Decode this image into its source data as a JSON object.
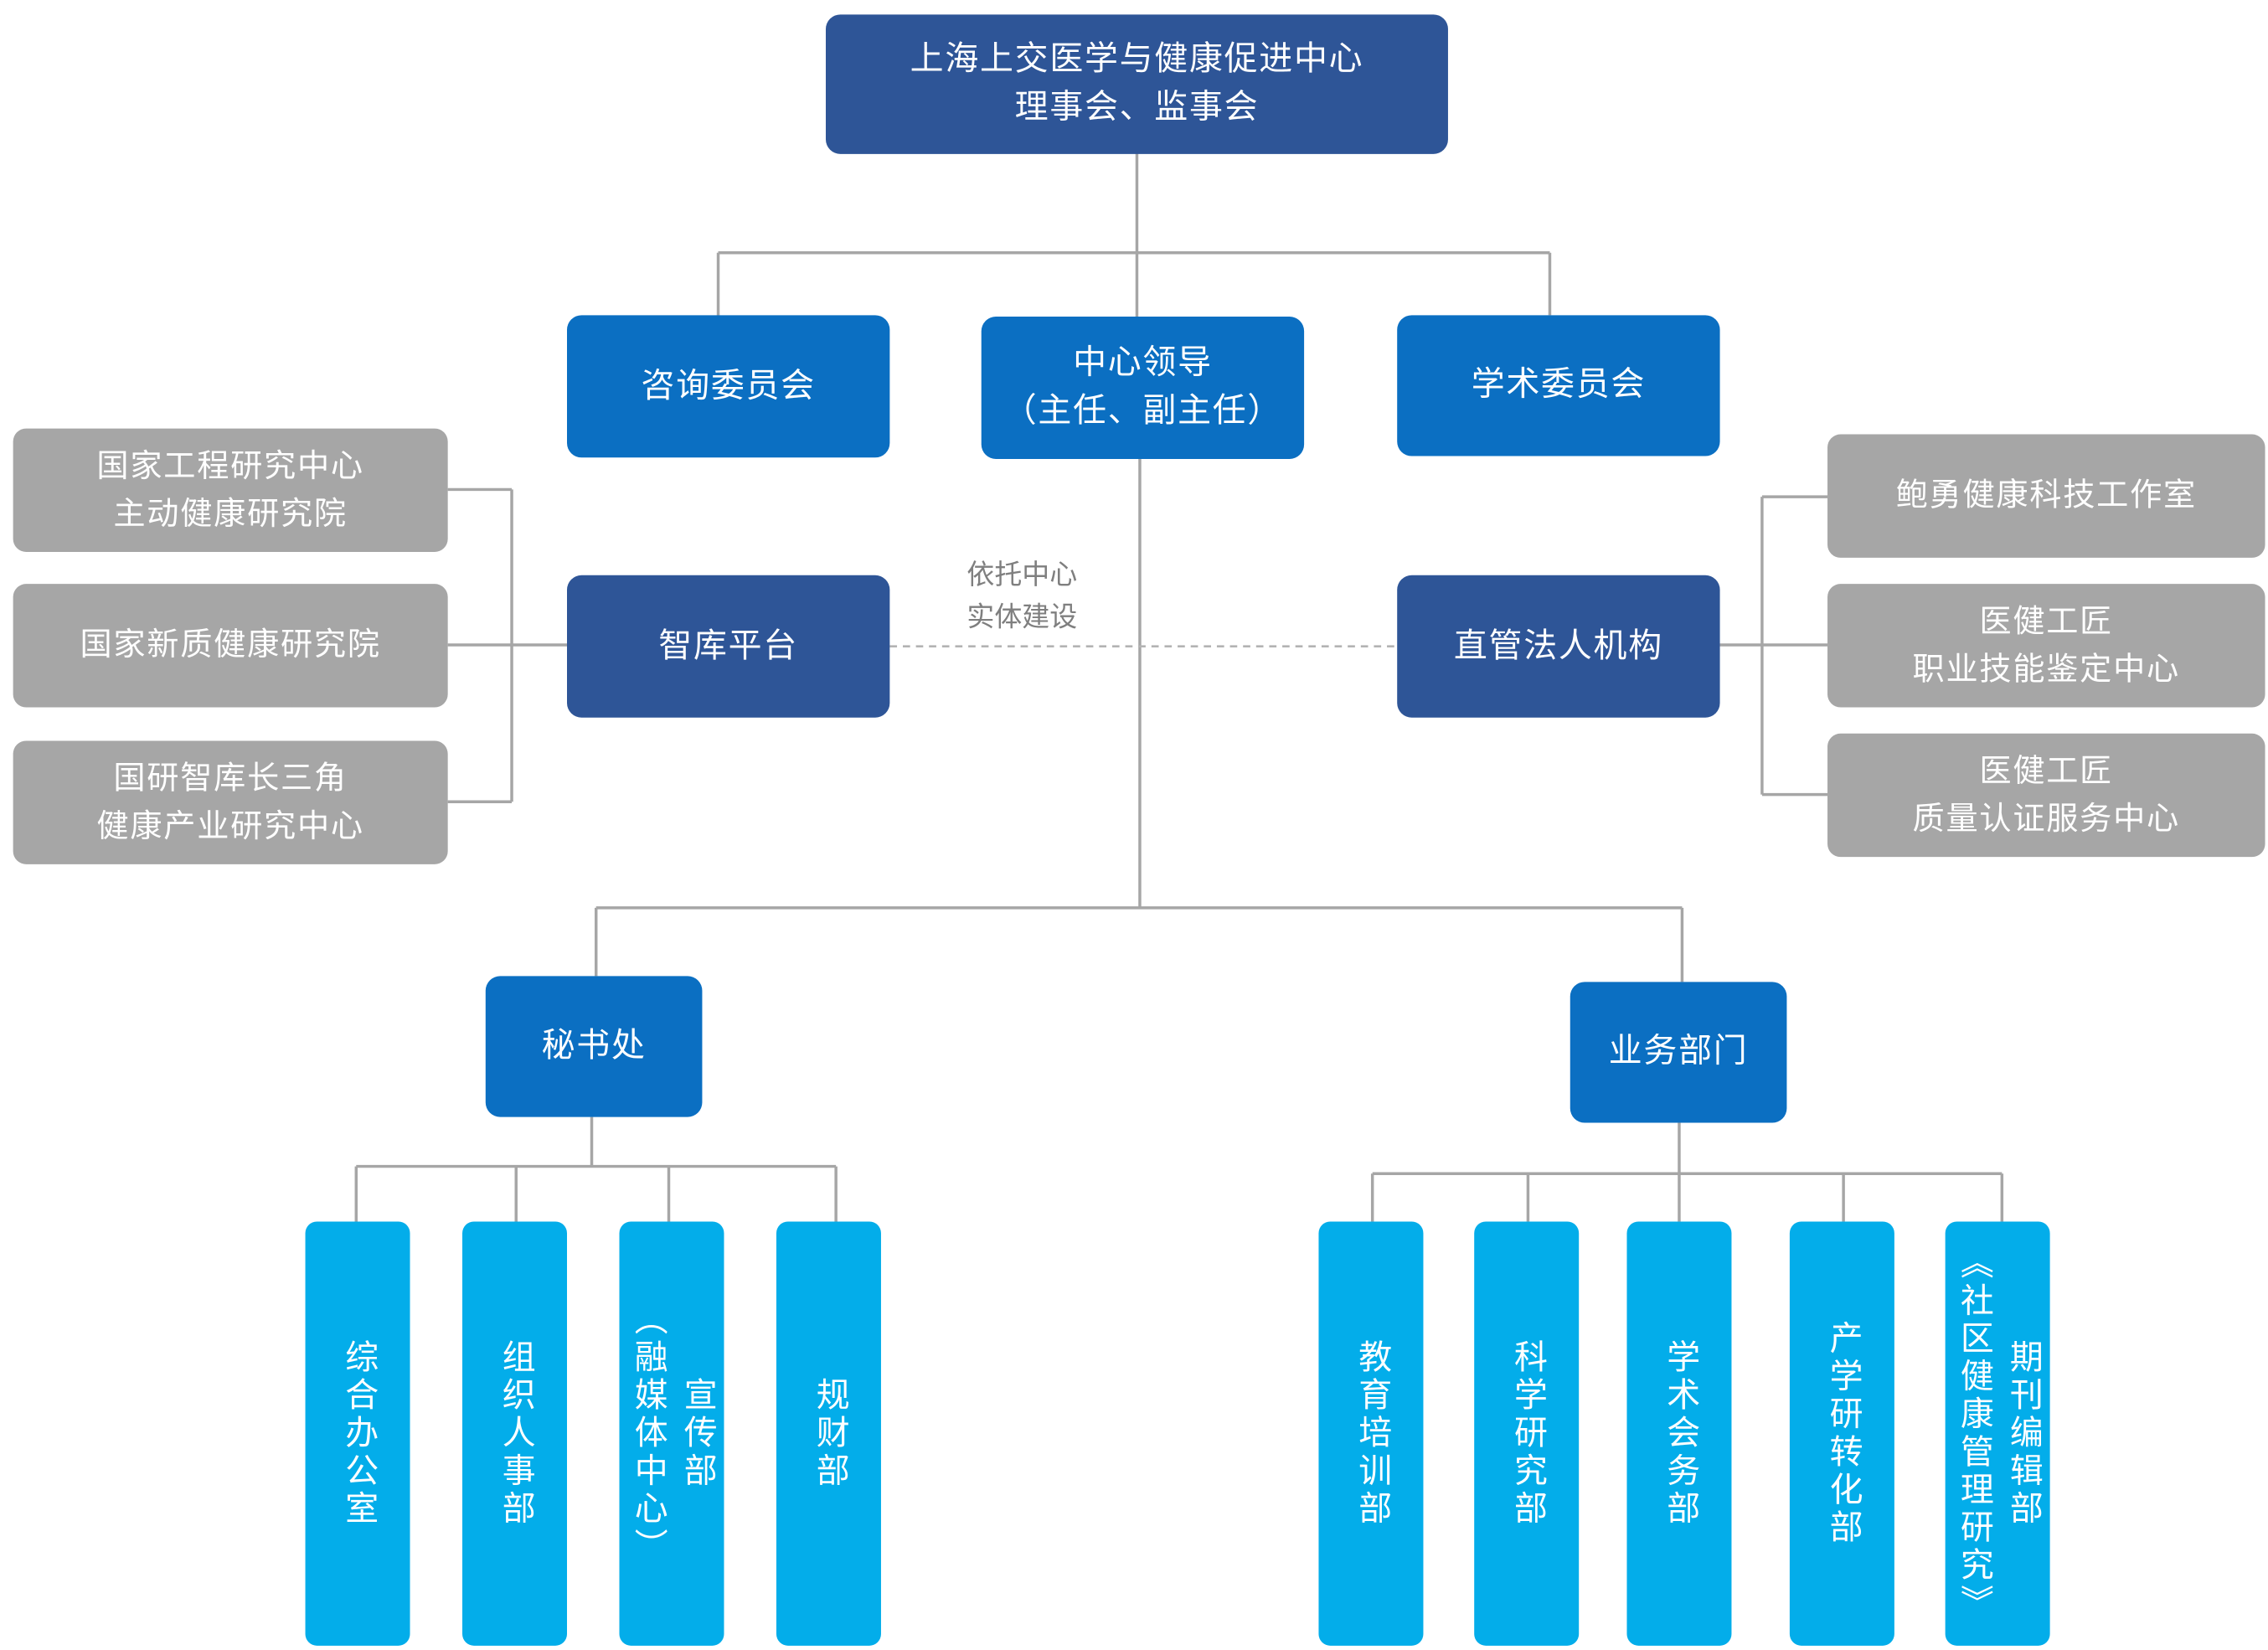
{
  "top": {
    "line1": "上海上交医学与健康促进中心",
    "line2": "理事会、监事会"
  },
  "advisory_committee": "咨询委员会",
  "leadership": {
    "line1": "中心领导",
    "line2": "（主任、副主任）"
  },
  "academic_committee": "学术委员会",
  "think_tank": "智库平台",
  "direct_entities": "直管法人机构",
  "relation_note": {
    "line1": "依托中心",
    "line2": "实体建设"
  },
  "left_units": [
    {
      "line1": "国家工程研究中心",
      "line2": "主动健康研究院"
    },
    {
      "line1": "国家新质健康研究院",
      "line2": ""
    },
    {
      "line1": "国研智库长三角",
      "line2": "健康产业研究中心"
    }
  ],
  "right_units": [
    {
      "line1": "鲍勇健康科技工作室",
      "line2": ""
    },
    {
      "line1": "医健工匠",
      "line2": "职业技能鉴定中心"
    },
    {
      "line1": "医健工匠",
      "line2": "质量认证服务中心"
    }
  ],
  "secretariat": "秘书处",
  "business_depts": "业务部门",
  "secretariat_units": [
    {
      "line1": "综合办公室",
      "line2": ""
    },
    {
      "line1": "组织人事部",
      "line2": ""
    },
    {
      "line1": "宣传部",
      "line2": "（融媒体中心）"
    },
    {
      "line1": "规财部",
      "line2": ""
    }
  ],
  "business_units": [
    {
      "line1": "教育培训部",
      "line2": ""
    },
    {
      "line1": "科学研究部",
      "line2": ""
    },
    {
      "line1": "学术会务部",
      "line2": ""
    },
    {
      "line1": "产学研转化部",
      "line2": ""
    },
    {
      "line1": "期刊编辑部",
      "line2": "《社区健康管理研究》"
    }
  ],
  "colors": {
    "navy": "#2e5597",
    "blue": "#0b6fc2",
    "grey": "#a6a6a6",
    "cyan": "#03adea",
    "line": "#a6a6a6"
  }
}
